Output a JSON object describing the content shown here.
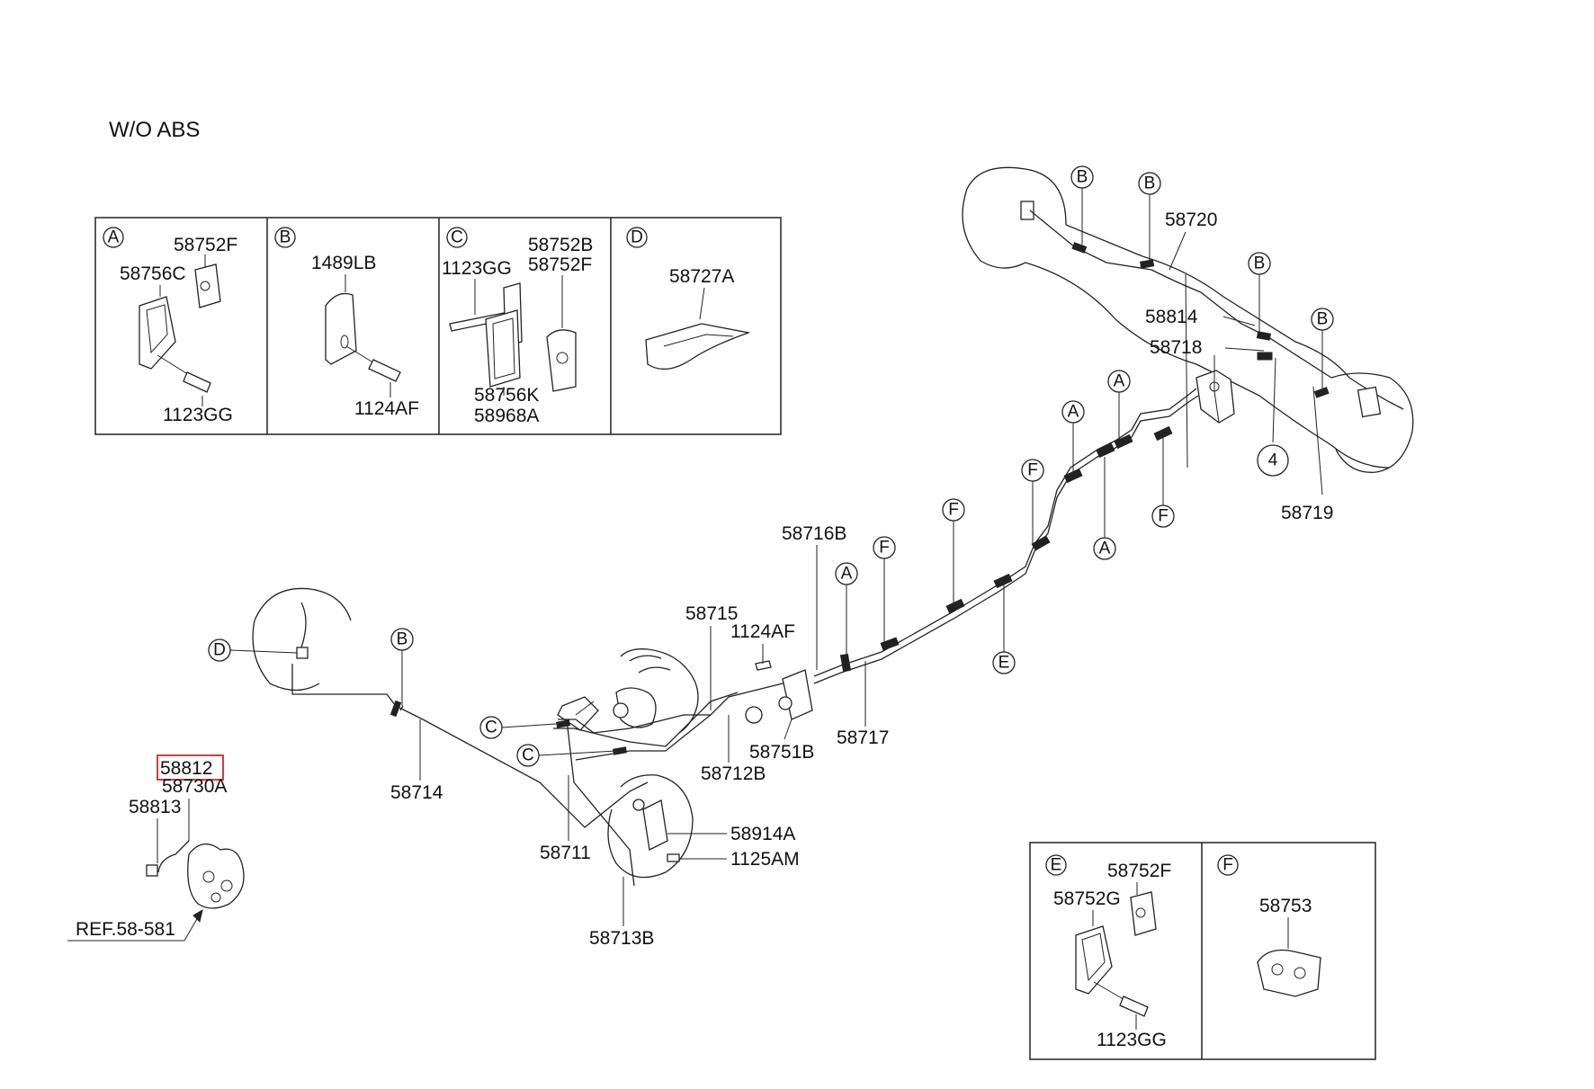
{
  "title": "W/O  ABS",
  "colors": {
    "highlight": "#e02020",
    "line": "#222222"
  },
  "detail_boxes": {
    "A": {
      "letter": "A",
      "parts": [
        "58752F",
        "58756C",
        "1123GG"
      ]
    },
    "B": {
      "letter": "B",
      "parts": [
        "1489LB",
        "1124AF"
      ]
    },
    "C": {
      "letter": "C",
      "parts": [
        "1123GG",
        "58752B",
        "58752F",
        "58756K",
        "58968A"
      ]
    },
    "D": {
      "letter": "D",
      "parts": [
        "58727A"
      ]
    },
    "E": {
      "letter": "E",
      "parts": [
        "58752F",
        "58752G",
        "1123GG"
      ]
    },
    "F": {
      "letter": "F",
      "parts": [
        "58753"
      ]
    }
  },
  "labels": {
    "p58720": "58720",
    "p58814": "58814",
    "p58718": "58718",
    "p58719": "58719",
    "p58716B": "58716B",
    "p58715": "58715",
    "p1124AF": "1124AF",
    "p58751B": "58751B",
    "p58717": "58717",
    "p58712B": "58712B",
    "p58714": "58714",
    "p58711": "58711",
    "p58914A": "58914A",
    "p1125AM": "1125AM",
    "p58713B": "58713B",
    "p58812": "58812",
    "p58730A": "58730A",
    "p58813": "58813",
    "ref": "REF.58-581",
    "num4": "4"
  },
  "callouts": {
    "A": "A",
    "B": "B",
    "C": "C",
    "D": "D",
    "E": "E",
    "F": "F"
  }
}
